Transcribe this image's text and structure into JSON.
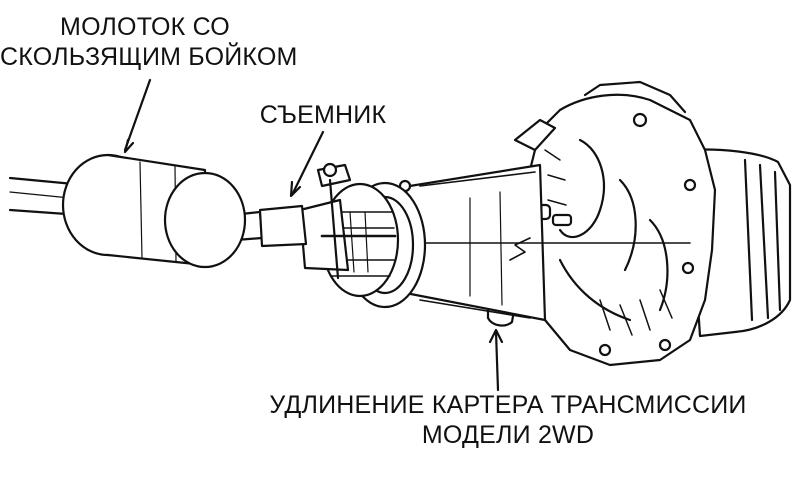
{
  "labels": {
    "slide_hammer": [
      "МОЛОТОК СО",
      "СКОЛЬЗЯЩИМ БОЙКОМ"
    ],
    "puller": "СЪЕМНИК",
    "extension": [
      "УДЛИНЕНИЕ КАРТЕРА ТРАНСМИССИИ",
      "МОДЕЛИ 2WD"
    ]
  },
  "colors": {
    "ink": "#111111",
    "background": "#ffffff"
  }
}
